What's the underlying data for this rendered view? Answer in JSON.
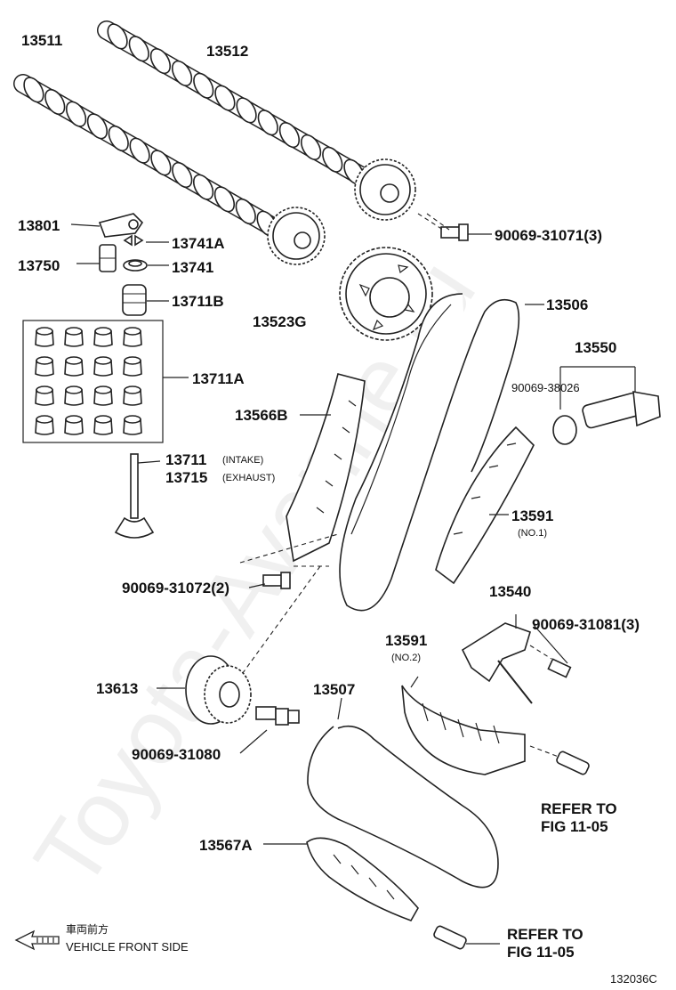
{
  "watermark": "Toyota-Avanne.ru",
  "labels": {
    "p13511": "13511",
    "p13512": "13512",
    "p13801": "13801",
    "p13741a": "13741A",
    "p13750": "13750",
    "p13741": "13741",
    "p13711b": "13711B",
    "p13523g": "13523G",
    "p13506": "13506",
    "p90069_31071": "90069-31071(3)",
    "p13550": "13550",
    "p90069_38026": "90069-38026",
    "p13711a": "13711A",
    "p13566b": "13566B",
    "p13711": "13711",
    "p13711_note": "(INTAKE)",
    "p13715": "13715",
    "p13715_note": "(EXHAUST)",
    "p13591_1": "13591",
    "p13591_1_note": "(NO.1)",
    "p90069_31072": "90069-31072(2)",
    "p13540": "13540",
    "p90069_31081": "90069-31081(3)",
    "p13591_2": "13591",
    "p13591_2_note": "(NO.2)",
    "p13613": "13613",
    "p13507": "13507",
    "p90069_31080": "90069-31080",
    "refer1_a": "REFER TO",
    "refer1_b": "FIG 11-05",
    "p13567a": "13567A",
    "refer2_a": "REFER TO",
    "refer2_b": "FIG 11-05"
  },
  "direction": {
    "ja": "車両前方",
    "en": "VEHICLE FRONT SIDE"
  },
  "figure_code": "132036C"
}
